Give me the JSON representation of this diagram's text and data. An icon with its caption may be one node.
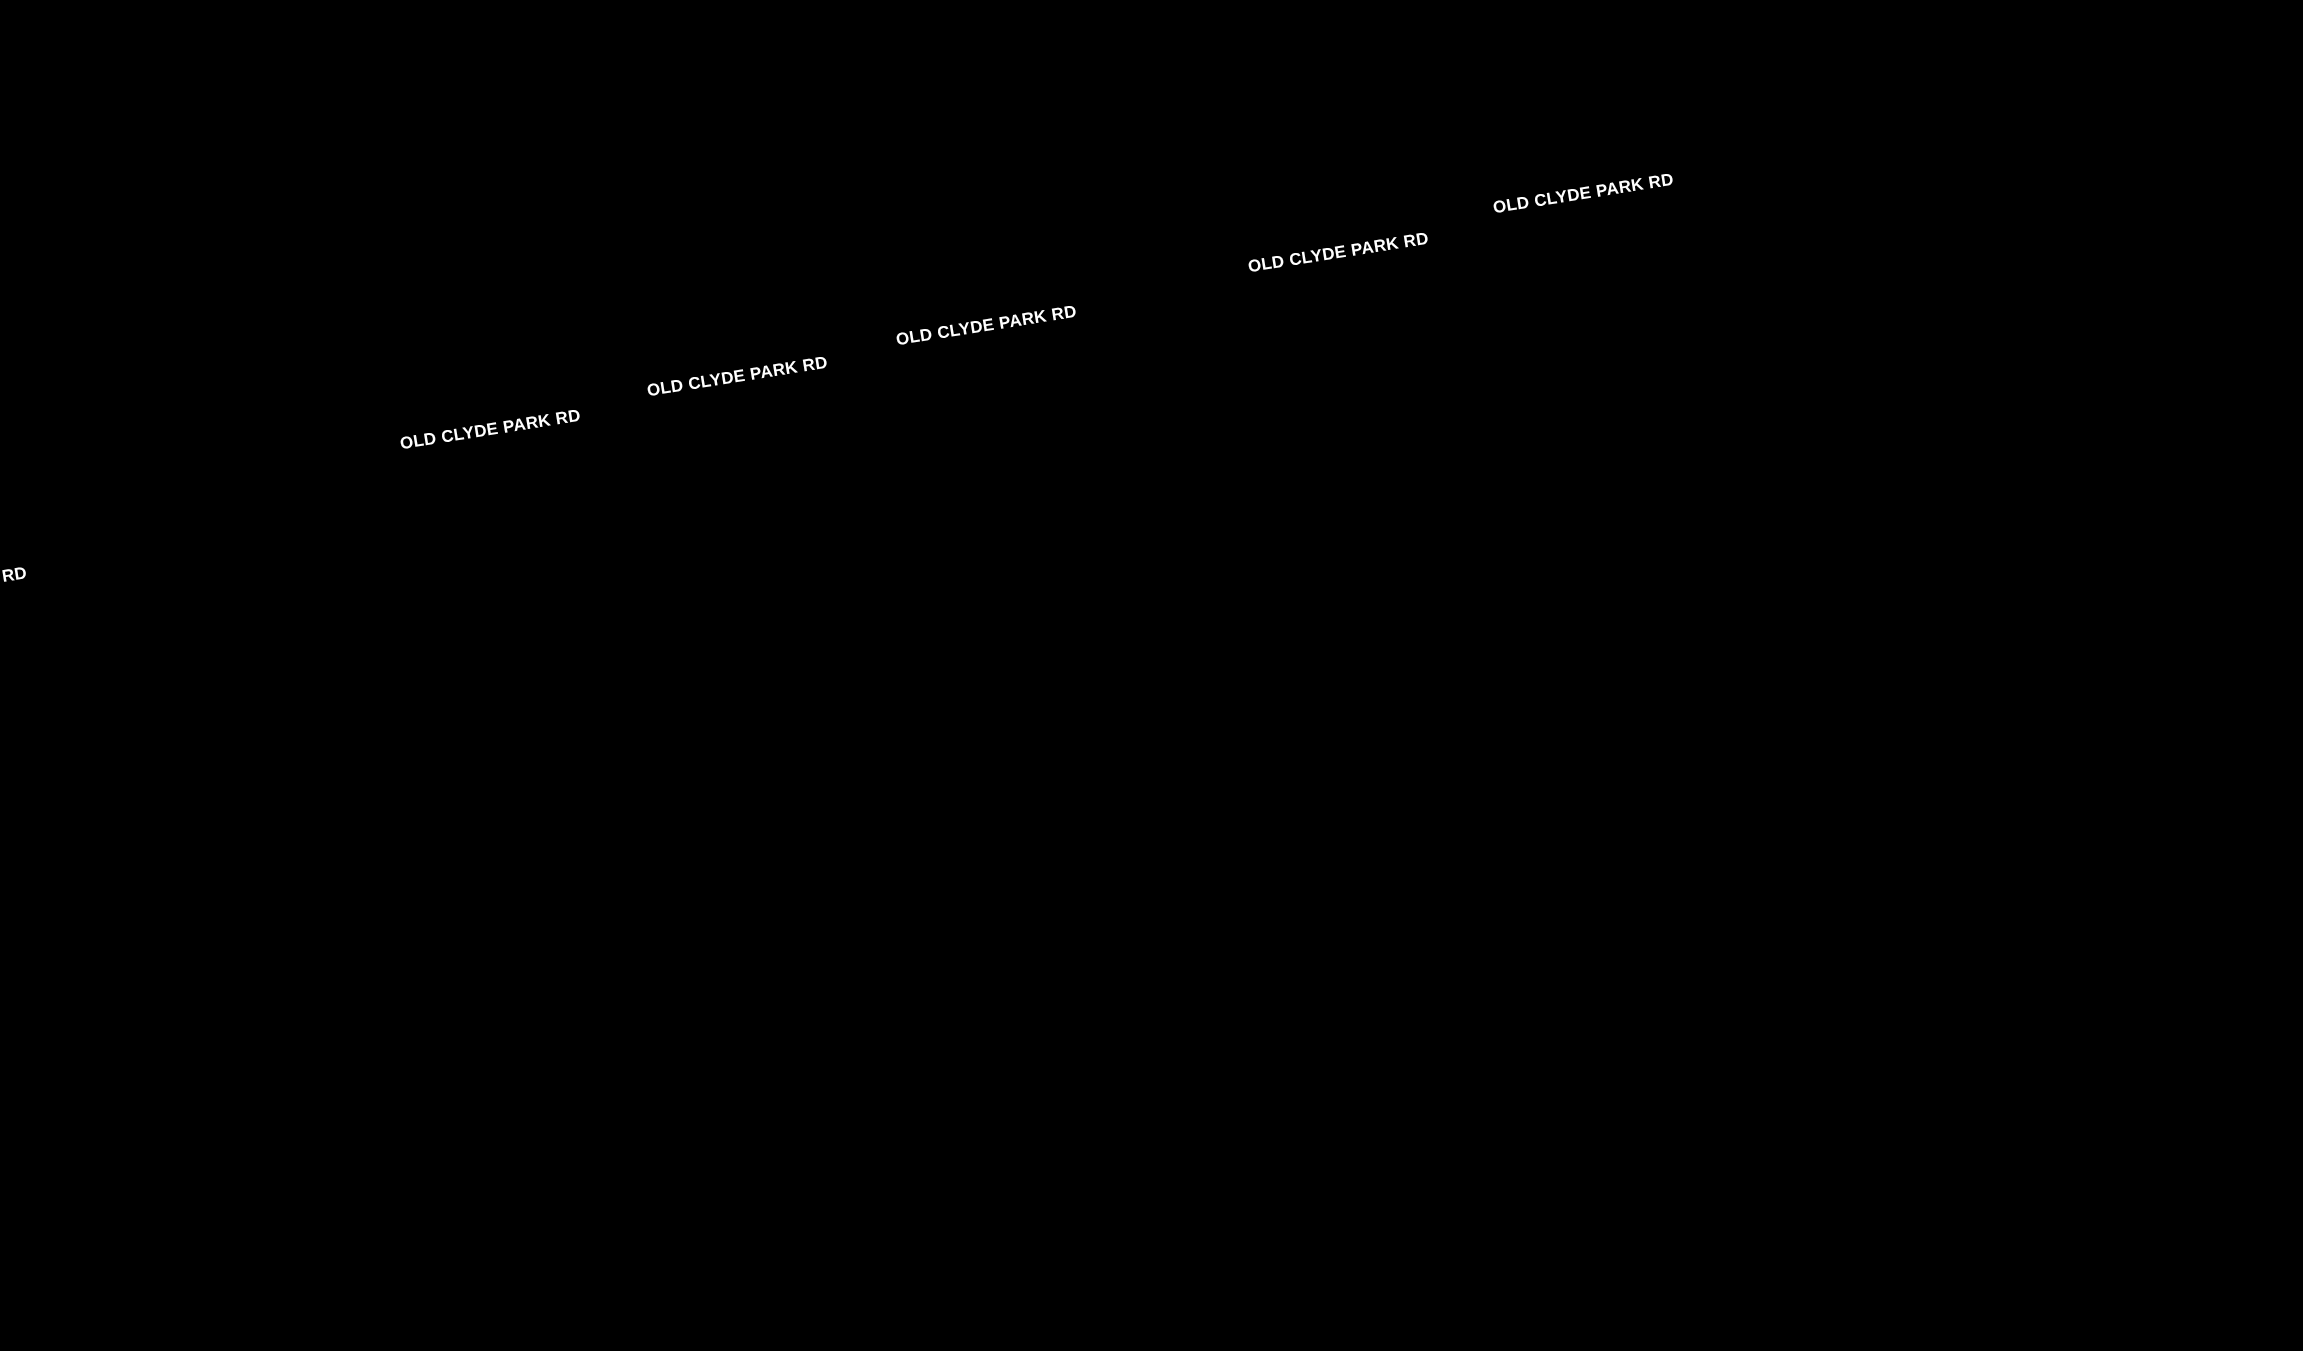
{
  "diagram": {
    "labels": [
      "RD",
      "OLD CLYDE PARK RD",
      "OLD CLYDE PARK RD",
      "OLD CLYDE PARK RD",
      "OLD CLYDE PARK RD",
      "OLD CLYDE PARK RD"
    ]
  }
}
